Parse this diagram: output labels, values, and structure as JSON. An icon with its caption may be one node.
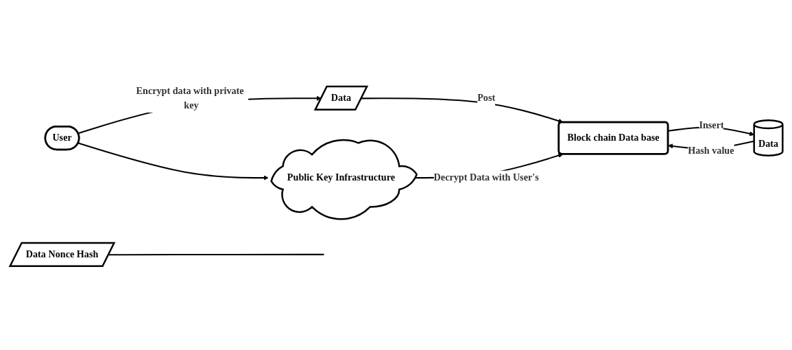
{
  "diagram": {
    "nodes": [
      {
        "text": [
          "User"
        ]
      },
      {
        "text": [
          "Data"
        ]
      },
      {
        "text": [
          "Block chain Data base"
        ]
      },
      {
        "text": [
          "Data Nonce Hash"
        ]
      },
      {
        "text": [
          "Data"
        ]
      },
      {
        "text": [
          "Public Key Infrastructure"
        ]
      }
    ],
    "edges": [
      {
        "from": 0,
        "to": 1,
        "arrow": "to",
        "label": "Encrypt data with private key"
      },
      {
        "from": 1,
        "to": 2,
        "arrow": "to",
        "label": "Post"
      },
      {
        "from": 2,
        "to": 4,
        "arrow": "to",
        "label": "Insert"
      },
      {
        "from": 4,
        "to": 2,
        "arrow": "to",
        "label": "Hash value"
      },
      {
        "from": 0,
        "to": 5,
        "arrow": "to"
      },
      {
        "from": 5,
        "to": 2,
        "arrow": "to",
        "label": "Decrypt Data with User's"
      },
      {
        "from": 3,
        "to": null,
        "arrow": "none"
      }
    ]
  }
}
